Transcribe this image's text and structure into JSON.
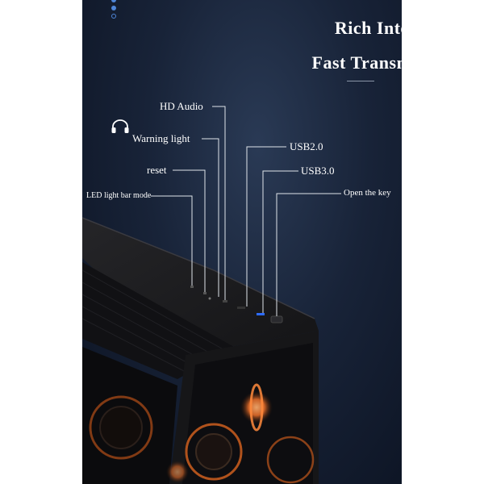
{
  "headline": {
    "line1": "Rich Interfaces",
    "line2": "Fast Transmission"
  },
  "callouts": {
    "hd_audio": "HD Audio",
    "warning_light": "Warning light",
    "reset": "reset",
    "led_mode": "LED light bar mode",
    "usb2": "USB2.0",
    "usb3": "USB3.0",
    "power_key": "Open the key"
  },
  "icons": {
    "headphone": "headphone-icon"
  },
  "colors": {
    "background": "#182338",
    "text": "#ffffff",
    "case": "#1a1a1c",
    "accent_usb3": "#2d6bff",
    "fan_glow": "#ff8a3c"
  }
}
